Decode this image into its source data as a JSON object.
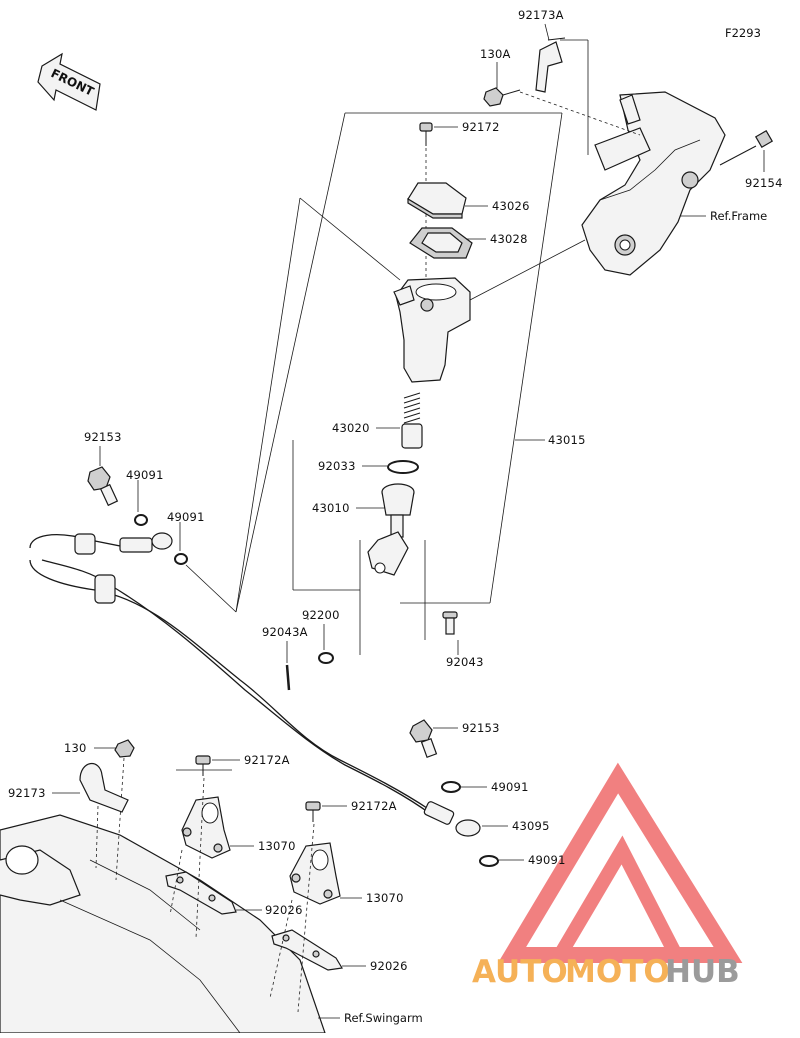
{
  "figure_code": "F2293",
  "front_arrow_label": "FRONT",
  "refs": {
    "frame": "Ref.Frame",
    "swingarm": "Ref.Swingarm"
  },
  "labels": {
    "p92173A": "92173A",
    "p130A": "130A",
    "p92172": "92172",
    "p92154": "92154",
    "p43026": "43026",
    "p43028": "43028",
    "p43020": "43020",
    "p43015": "43015",
    "p92033": "92033",
    "p43010": "43010",
    "p92153_top": "92153",
    "p49091_a": "49091",
    "p49091_b": "49091",
    "p92200": "92200",
    "p92043A": "92043A",
    "p92043": "92043",
    "p92153_bottom": "92153",
    "p49091_c": "49091",
    "p43095": "43095",
    "p49091_d": "49091",
    "p130": "130",
    "p92172A_a": "92172A",
    "p92172A_b": "92172A",
    "p92173": "92173",
    "p13070_a": "13070",
    "p13070_b": "13070",
    "p92026_a": "92026",
    "p92026_b": "92026"
  },
  "watermark": {
    "text_part1": "AUTO",
    "text_part2": "MOTO",
    "text_part3": "HUB",
    "colors": {
      "logo_red": "#ef6b6b",
      "text_orange": "#f4a43a",
      "text_gray": "#8a8a8a"
    }
  }
}
